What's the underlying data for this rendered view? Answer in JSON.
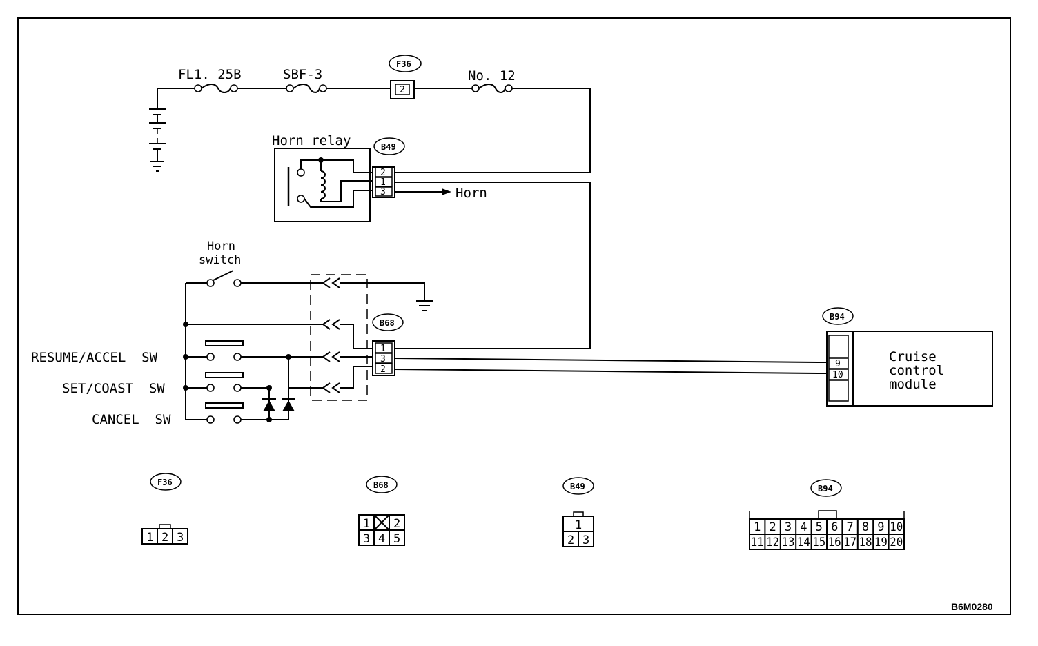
{
  "fuses": [
    {
      "id": "fuse-fl125b",
      "label": "FL1. 25B"
    },
    {
      "id": "fuse-sbf3",
      "label": "SBF-3"
    },
    {
      "id": "fuse-no12",
      "label": "No. 12"
    }
  ],
  "connector_tags": {
    "f36": "F36",
    "b49": "B49",
    "b68": "B68",
    "b94": "B94"
  },
  "horn_relay": {
    "label": "Horn relay",
    "pins": [
      "2",
      "1",
      "3"
    ],
    "output_label": "Horn"
  },
  "f36_inline_pin": "2",
  "horn_switch": {
    "label_line1": "Horn",
    "label_line2": "switch"
  },
  "b68_pins": [
    "1",
    "3",
    "2"
  ],
  "switches": {
    "resume": "RESUME/ACCEL  SW",
    "set": "SET/COAST  SW",
    "cancel": "CANCEL  SW"
  },
  "module": {
    "line1": "Cruise",
    "line2": "control",
    "line3": "module",
    "pins": [
      "9",
      "10"
    ]
  },
  "connector_views": {
    "f36": {
      "tag": "F36",
      "pins": [
        "1",
        "2",
        "3"
      ]
    },
    "b68": {
      "tag": "B68",
      "row1": [
        "1",
        "",
        "2"
      ],
      "row2": [
        "3",
        "4",
        "5"
      ]
    },
    "b49": {
      "tag": "B49",
      "row1": [
        "1"
      ],
      "row2": [
        "2",
        "3"
      ]
    },
    "b94": {
      "tag": "B94",
      "row1": [
        "1",
        "2",
        "3",
        "4",
        "5",
        "6",
        "7",
        "8",
        "9",
        "10"
      ],
      "row2": [
        "11",
        "12",
        "13",
        "14",
        "15",
        "16",
        "17",
        "18",
        "19",
        "20"
      ]
    }
  },
  "figure_ref": "B6M0280"
}
